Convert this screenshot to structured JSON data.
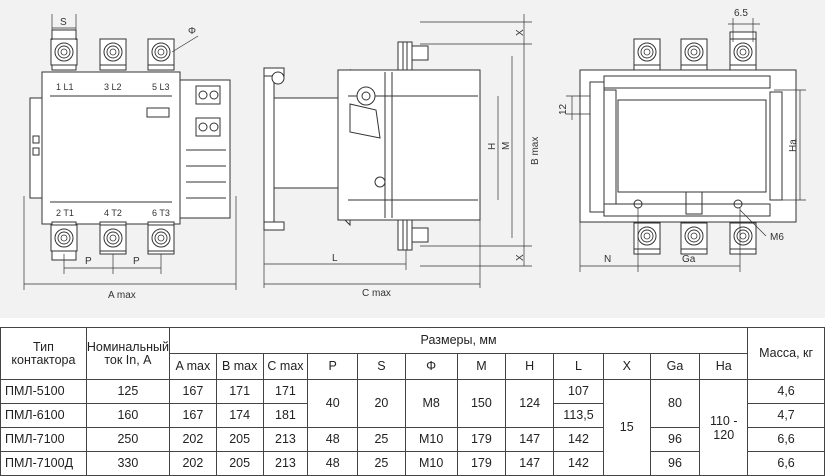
{
  "labels": {
    "s": "S",
    "phi": "Φ",
    "t1l1": "1 L1",
    "t3l2": "3 L2",
    "t5l3": "5 L3",
    "t2t1": "2 T1",
    "t4t2": "4 T2",
    "t6t3": "6 T3",
    "p1": "P",
    "p2": "P",
    "amax": "A max",
    "x1": "X",
    "x2": "X",
    "h": "H",
    "m": "M",
    "bmax": "B max",
    "l": "L",
    "cmax": "C max",
    "d65": "6.5",
    "d12": "12",
    "ha": "Ha",
    "m6": "M6",
    "n": "N",
    "ga": "Ga"
  },
  "table": {
    "head": {
      "type": "Тип контактора",
      "nominal": "Номинальный ток In, А",
      "sizes": "Размеры, мм",
      "mass": "Масса, кг",
      "cols": [
        "A max",
        "B max",
        "C max",
        "P",
        "S",
        "Φ",
        "M",
        "H",
        "L",
        "X",
        "Ga",
        "Ha"
      ]
    },
    "rows": [
      {
        "type": "ПМЛ-5100",
        "nominal": "125",
        "a": "167",
        "b": "171",
        "c": "171",
        "p": "40",
        "s": "20",
        "phi": "M8",
        "m": "150",
        "h": "124",
        "l": "107",
        "x": "15",
        "ga": "80",
        "ha": "110 - 120",
        "mass": "4,6"
      },
      {
        "type": "ПМЛ-6100",
        "nominal": "160",
        "a": "167",
        "b": "174",
        "c": "181",
        "l": "113,5",
        "mass": "4,7"
      },
      {
        "type": "ПМЛ-7100",
        "nominal": "250",
        "a": "202",
        "b": "205",
        "c": "213",
        "p": "48",
        "s": "25",
        "phi": "M10",
        "m": "179",
        "h": "147",
        "l": "142",
        "ga": "96",
        "mass": "6,6"
      },
      {
        "type": "ПМЛ-7100Д",
        "nominal": "330",
        "a": "202",
        "b": "205",
        "c": "213",
        "p": "48",
        "s": "25",
        "phi": "M10",
        "m": "179",
        "h": "147",
        "l": "142",
        "ga": "96",
        "mass": "6,6"
      }
    ]
  }
}
